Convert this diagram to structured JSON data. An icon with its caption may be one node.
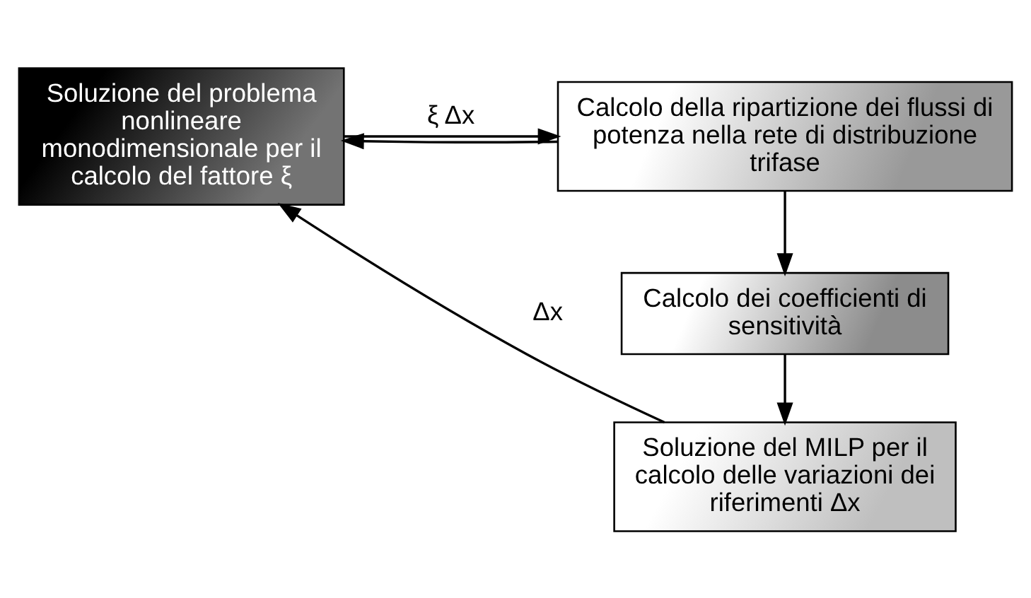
{
  "diagram": {
    "nodes": [
      {
        "text": [
          "Soluzione del problema nonlineare monodimensionale per il calcolo del fattore ξ"
        ]
      },
      {
        "text": [
          "Calcolo della ripartizione dei flussi di potenza nella rete di distribuzione trifase"
        ]
      },
      {
        "text": [
          "Calcolo dei coefficienti di sensitività"
        ]
      },
      {
        "text": [
          "Soluzione del MILP per il calcolo delle variazioni dei riferimenti Δx"
        ]
      }
    ],
    "edges": [
      {
        "from": 0,
        "to": 1,
        "arrow": "to",
        "label": "ξ Δx"
      },
      {
        "from": 1,
        "to": 0,
        "arrow": "to"
      },
      {
        "from": 1,
        "to": 2,
        "arrow": "to"
      },
      {
        "from": 2,
        "to": 3,
        "arrow": "to"
      },
      {
        "from": 3,
        "to": 0,
        "arrow": "to",
        "label": "Δx"
      }
    ]
  }
}
